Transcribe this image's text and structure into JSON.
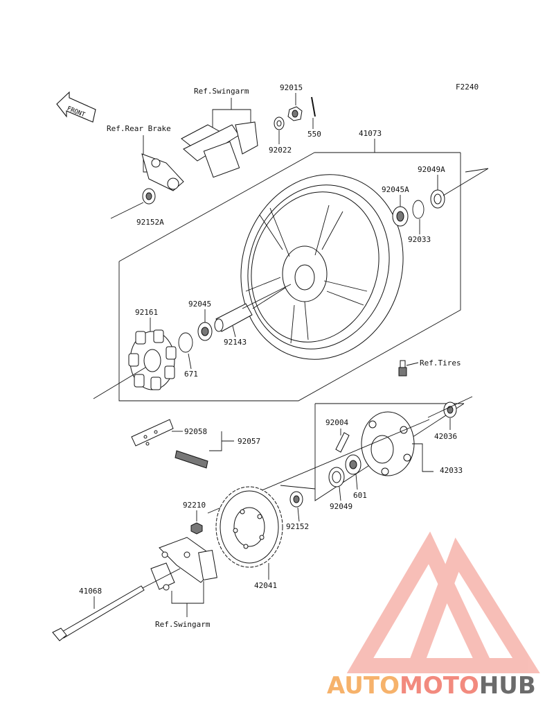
{
  "figure_code": "F2240",
  "front_label": "FRONT",
  "references": {
    "rear_brake": "Ref.Rear Brake",
    "swingarm_top": "Ref.Swingarm",
    "tires": "Ref.Tires",
    "swingarm_bottom": "Ref.Swingarm"
  },
  "parts": {
    "p92015": "92015",
    "p550": "550",
    "p92022": "92022",
    "p41073": "41073",
    "p92049A": "92049A",
    "p92045A": "92045A",
    "p92033": "92033",
    "p92152A": "92152A",
    "p92161": "92161",
    "p92045": "92045",
    "p92143": "92143",
    "p671": "671",
    "p92058": "92058",
    "p92057": "92057",
    "p92004": "92004",
    "p42036": "42036",
    "p42033": "42033",
    "p601": "601",
    "p92049": "92049",
    "p92210": "92210",
    "p92152": "92152",
    "p42041": "42041",
    "p41068": "41068"
  },
  "watermark": {
    "part1": "AUTO",
    "part2": "MOTO",
    "part3": "HUB",
    "colors": {
      "orange": "#f6b26b",
      "red": "#f28a7e",
      "gray": "#6b6b6b"
    }
  }
}
